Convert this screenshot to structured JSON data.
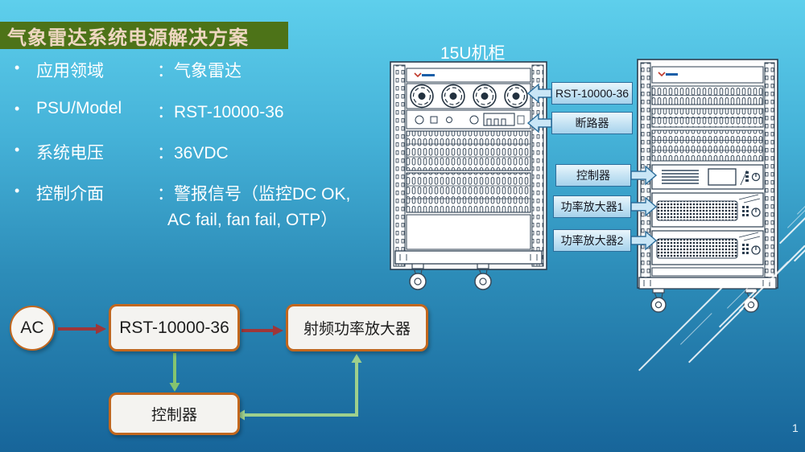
{
  "slide": {
    "title": "气象雷达系统电源解决方案",
    "page_number": "1",
    "colors": {
      "title_bar_bg": "#4d7318",
      "title_text": "#eed7c0",
      "background_top": "#5ecfec",
      "background_bottom": "#17659a",
      "callout_fill": "#c3e2f3",
      "callout_border": "#2d6e9b",
      "flow_box_border": "#c2671e",
      "flow_arrow_red": "#9e3639",
      "flow_arrow_green": "#8cc87a"
    }
  },
  "bullets": [
    {
      "dot": "•",
      "label": "应用领域",
      "value": "：气象雷达"
    },
    {
      "dot": "•",
      "label": "PSU/Model",
      "value": "：RST-10000-36"
    },
    {
      "dot": "•",
      "label": "系统电压",
      "value": "：36VDC"
    },
    {
      "dot": "•",
      "label": "控制介面",
      "value": "：警报信号（监控DC OK,",
      "value2": "AC fail, fan fail, OTP）"
    }
  ],
  "rack_section": {
    "caption": "15U机柜",
    "callouts_left": [
      {
        "label": "RST-10000-36"
      },
      {
        "label": "断路器"
      }
    ],
    "callouts_right": [
      {
        "label": "控制器"
      },
      {
        "label": "功率放大器1"
      },
      {
        "label": "功率放大器2"
      }
    ]
  },
  "flow_diagram": {
    "source": "AC",
    "psu": "RST-10000-36",
    "rf_amp": "射频功率放大器",
    "controller": "控制器"
  }
}
